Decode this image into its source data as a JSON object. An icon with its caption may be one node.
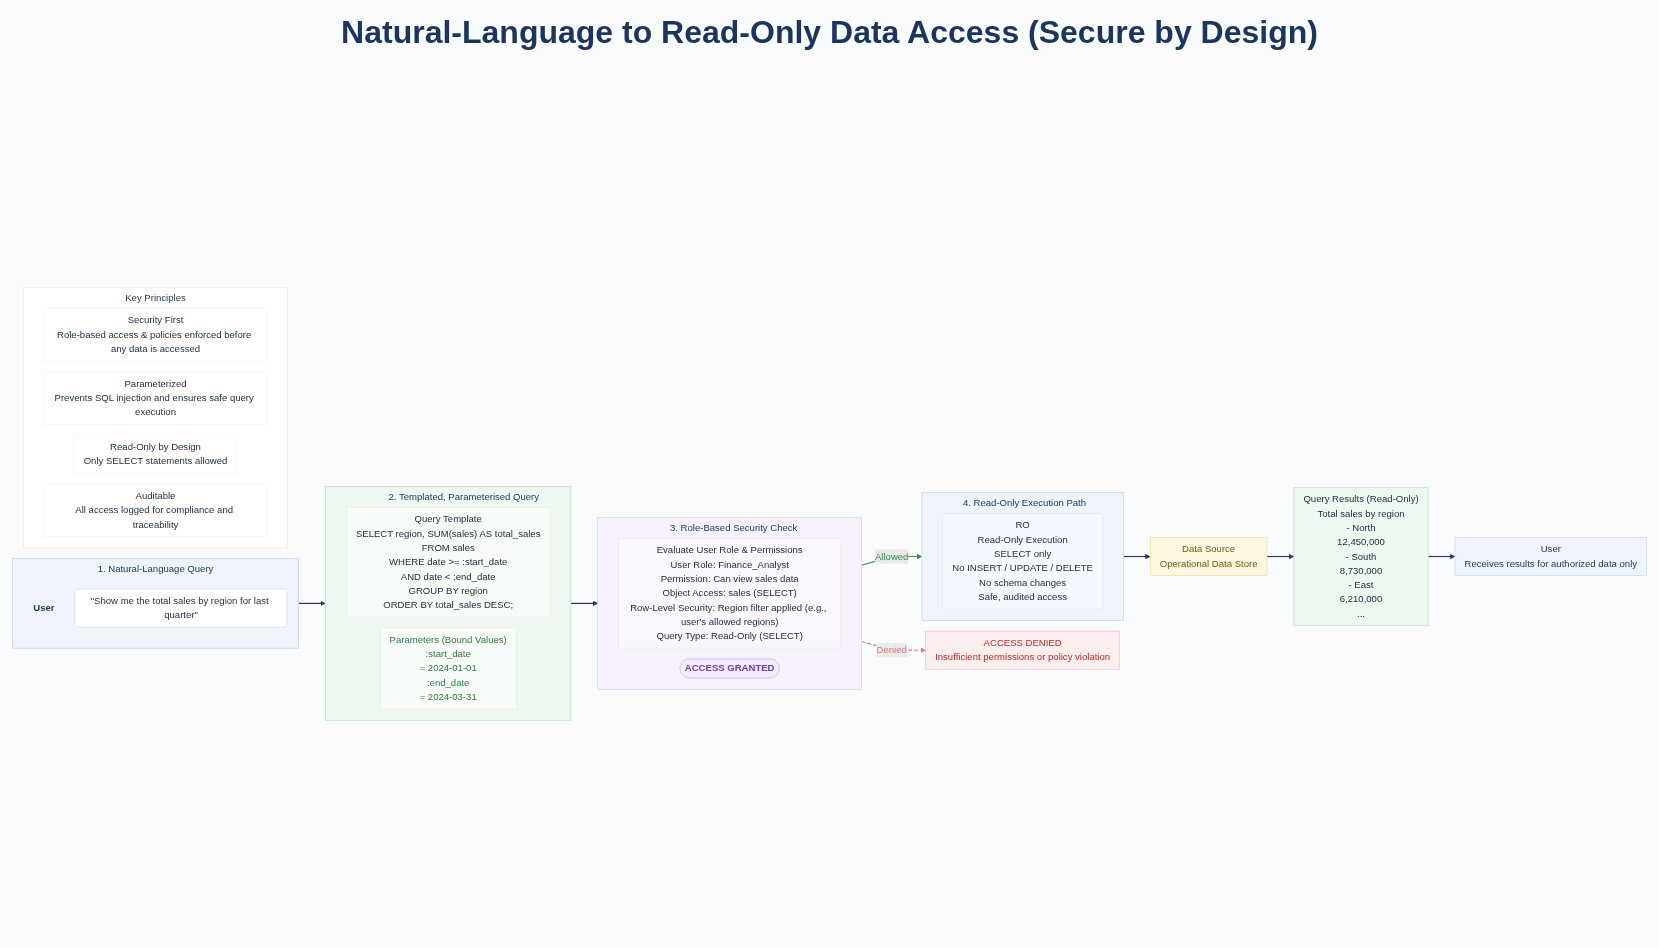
{
  "diagram": {
    "title": "Natural-Language to Read-Only Data Access (Secure by Design)",
    "nodes": [
      {
        "text": [
          "1. Natural-Language Query"
        ]
      },
      {
        "text": [
          "User"
        ],
        "in": 0
      },
      {
        "text": [
          "\"Show me the total sales by region for last quarter\""
        ],
        "in": 0
      },
      {
        "text": [
          "2. Templated, Parameterised Query"
        ]
      },
      {
        "text": [
          "Query Template",
          "SELECT region, SUM(sales) AS total_sales",
          "FROM sales",
          "WHERE date >= :start_date",
          "AND date < :end_date",
          "GROUP BY region",
          "ORDER BY total_sales DESC;"
        ],
        "in": 3
      },
      {
        "text": [
          "Parameters (Bound Values)",
          ":start_date",
          "= 2024-01-01",
          ":end_date",
          "= 2024-03-31"
        ],
        "in": 3
      },
      {
        "text": [
          "3. Role-Based Security Check"
        ]
      },
      {
        "text": [
          "Evaluate User Role & Permissions",
          "User Role: Finance_Analyst",
          "Permission: Can view sales data",
          "Object Access: sales (SELECT)",
          "Row-Level Security: Region filter applied (e.g., user's allowed regions)",
          "Query Type: Read-Only (SELECT)"
        ],
        "in": 6
      },
      {
        "text": [
          "ACCESS GRANTED"
        ],
        "in": 6
      },
      {
        "text": [
          "4. Read-Only Execution Path"
        ]
      },
      {
        "text": [
          "RO",
          "Read-Only Execution",
          "SELECT only",
          "No INSERT / UPDATE / DELETE",
          "No schema changes",
          "Safe, audited access"
        ],
        "in": 9
      },
      {
        "text": [
          "ACCESS DENIED",
          "Insufficient permissions or policy violation"
        ]
      },
      {
        "text": [
          "Data Source",
          "Operational Data Store"
        ]
      },
      {
        "text": [
          "Query Results (Read-Only)",
          "Total sales by region",
          "- North",
          "12,450,000",
          "- South",
          "8,730,000",
          "- East",
          "6,210,000",
          "..."
        ]
      },
      {
        "text": [
          "User",
          "Receives results for authorized data only"
        ]
      },
      {
        "text": [
          "Key Principles"
        ]
      },
      {
        "text": [
          "Security First",
          "Role-based access & policies enforced before any data is accessed"
        ],
        "in": 15
      },
      {
        "text": [
          "Parameterized",
          "Prevents SQL injection and ensures safe query execution"
        ],
        "in": 15
      },
      {
        "text": [
          "Read-Only by Design",
          "Only SELECT statements allowed"
        ],
        "in": 15
      },
      {
        "text": [
          "Auditable",
          "All access logged for compliance and traceability"
        ],
        "in": 15
      }
    ],
    "edges": [
      {
        "from": 0,
        "to": 3,
        "arrow": "to"
      },
      {
        "from": 3,
        "to": 6,
        "arrow": "to"
      },
      {
        "from": 6,
        "to": 9,
        "arrow": "to",
        "label": "Allowed",
        "color": "#3a8a4f"
      },
      {
        "from": 6,
        "to": 11,
        "arrow": "to",
        "label": "Denied",
        "style": "dashed",
        "color": "#e07b7b"
      },
      {
        "from": 9,
        "to": 12,
        "arrow": "to"
      },
      {
        "from": 12,
        "to": 13,
        "arrow": "to"
      },
      {
        "from": 13,
        "to": 14,
        "arrow": "to"
      }
    ]
  }
}
